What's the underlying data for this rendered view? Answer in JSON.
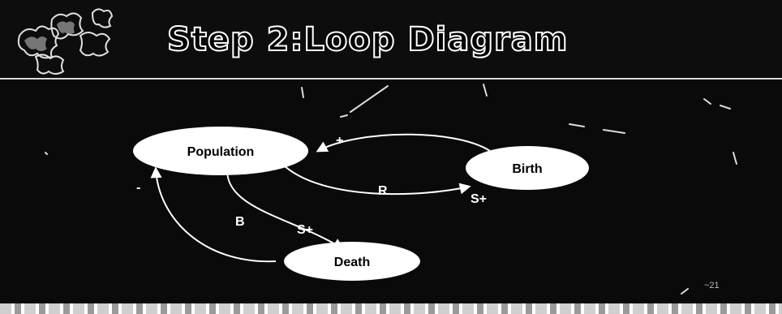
{
  "slide": {
    "title": "Step 2:Loop Diagram",
    "page_number": "~21"
  },
  "diagram": {
    "nodes": {
      "population": "Population",
      "birth": "Birth",
      "death": "Death"
    },
    "edge_labels": {
      "plus": "+",
      "minus": "-",
      "s_plus_birth": "S+",
      "s_plus_death": "S+"
    },
    "loop_labels": {
      "reinforcing": "R",
      "balancing": "B"
    }
  }
}
